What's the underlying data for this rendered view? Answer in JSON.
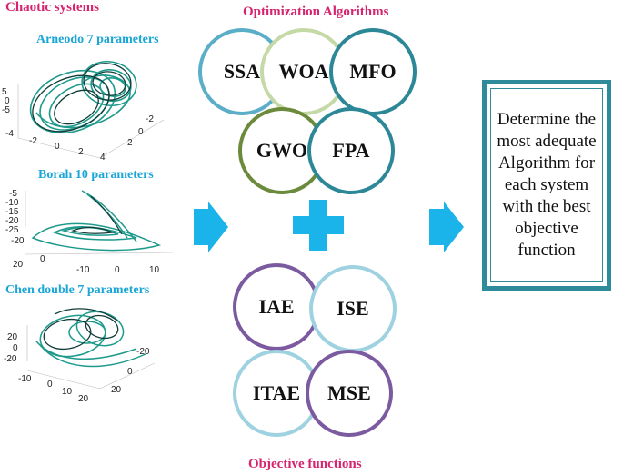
{
  "left_panel": {
    "title": "Chaotic systems",
    "systems": [
      {
        "label": "Arneodo 7 parameters",
        "ticks": [
          "5",
          "0",
          "-5",
          "-4",
          "-2",
          "0",
          "2",
          "4",
          "-2",
          "0",
          "2"
        ]
      },
      {
        "label": "Borah 10 parameters",
        "ticks": [
          "-5",
          "-10",
          "-15",
          "-20",
          "-25",
          "-20",
          "20",
          "0",
          "-10",
          "0",
          "10"
        ]
      },
      {
        "label": "Chen double 7 parameters",
        "ticks": [
          "20",
          "0",
          "-20",
          "-10",
          "0",
          "10",
          "20",
          "-20",
          "0",
          "20"
        ]
      }
    ]
  },
  "middle_panel": {
    "algorithms_title": "Optimization Algorithms",
    "algorithms": [
      "SSA",
      "WOA",
      "MFO",
      "GWO",
      "FPA"
    ],
    "objectives_title": "Objective functions",
    "objectives": [
      "IAE",
      "ISE",
      "ITAE",
      "MSE"
    ]
  },
  "result": {
    "lines": [
      "Determine the",
      "most adequate",
      "Algorithm for",
      "each system",
      "with the best",
      "objective",
      "function"
    ]
  },
  "colors": {
    "heading": "#d6246e",
    "system_label": "#1aa6d6",
    "arrow": "#1ab3ea",
    "plus": "#1ab3ea",
    "box_border": "#2e8b9a",
    "SSA": "#5aaec8",
    "WOA": "#c5d9a6",
    "MFO": "#2c8796",
    "GWO": "#6b8a3c",
    "FPA": "#2c8796",
    "IAE": "#7b5aa0",
    "ISE": "#9fd2e0",
    "ITAE": "#9fd2e0",
    "MSE": "#7b5aa0"
  }
}
